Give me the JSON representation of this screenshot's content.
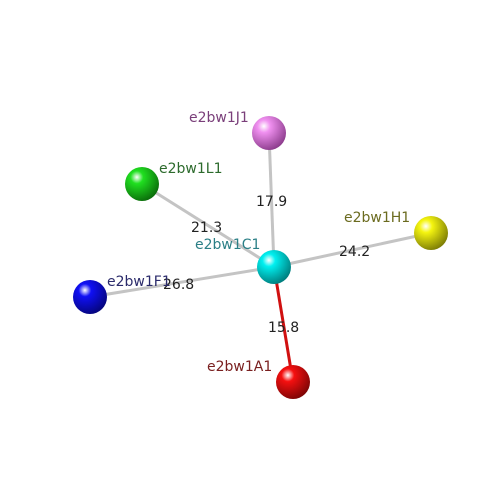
{
  "diagram": {
    "center": {
      "id": "e2bw1C1",
      "color": "#00e5e5",
      "label_color": "#2b7f86"
    },
    "nodes": [
      {
        "id": "e2bw1J1",
        "color": "#e87de8",
        "label_color": "#7a3f7a"
      },
      {
        "id": "e2bw1L1",
        "color": "#14d314",
        "label_color": "#2d6b2d"
      },
      {
        "id": "e2bw1H1",
        "color": "#e8e80a",
        "label_color": "#6b6b1f"
      },
      {
        "id": "e2bw1F1",
        "color": "#0a0ae8",
        "label_color": "#2b2b6b"
      },
      {
        "id": "e2bw1A1",
        "color": "#e80a0a",
        "label_color": "#7a2020"
      }
    ],
    "edges": [
      {
        "from": "e2bw1C1",
        "to": "e2bw1J1",
        "value": "17.9",
        "color": "#c8c8c8"
      },
      {
        "from": "e2bw1C1",
        "to": "e2bw1L1",
        "value": "21.3",
        "color": "#c8c8c8"
      },
      {
        "from": "e2bw1C1",
        "to": "e2bw1H1",
        "value": "24.2",
        "color": "#c8c8c8"
      },
      {
        "from": "e2bw1C1",
        "to": "e2bw1F1",
        "value": "26.8",
        "color": "#c8c8c8"
      },
      {
        "from": "e2bw1C1",
        "to": "e2bw1A1",
        "value": "15.8",
        "color": "#d01010"
      }
    ]
  }
}
